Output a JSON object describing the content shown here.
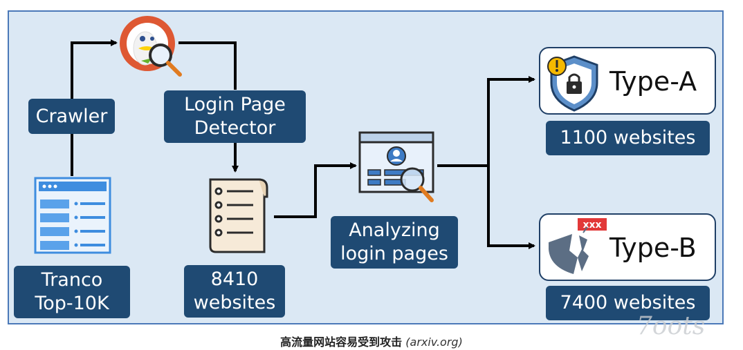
{
  "nodes": {
    "crawler": "Crawler",
    "detector_line1": "Login Page",
    "detector_line2": "Detector",
    "tranco_line1": "Tranco",
    "tranco_line2": "Top-10K",
    "sites_count_line1": "8410",
    "sites_count_line2": "websites",
    "analyzing_line1": "Analyzing",
    "analyzing_line2": "login pages",
    "type_a": "Type-A",
    "type_a_count": "1100 websites",
    "type_b": "Type-B",
    "type_b_count": "7400 websites"
  },
  "icons": {
    "duckduckgo": "duckduckgo-search-icon",
    "list": "website-list-icon",
    "document": "document-list-icon",
    "analyze": "login-page-analyze-icon",
    "shield_lock": "shield-lock-warning-icon",
    "broken_shield": "broken-shield-icon"
  },
  "type_b_marks": "xxx",
  "caption": {
    "main": "高流量网站容易受到攻击",
    "source": "(arxiv.org)"
  },
  "watermark": "7oots",
  "colors": {
    "label_bg": "#1f4a73",
    "frame_bg": "#dbe8f4",
    "frame_border": "#4a78b8"
  }
}
